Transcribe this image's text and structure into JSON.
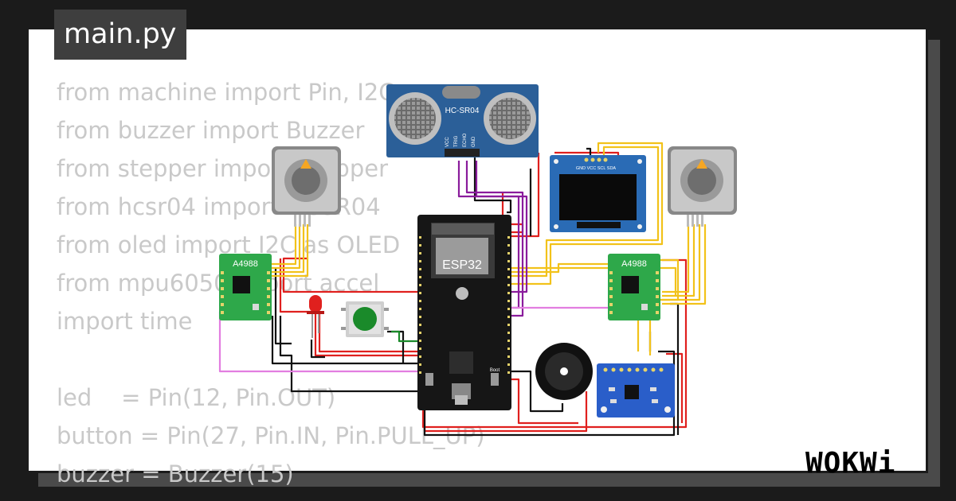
{
  "editor": {
    "file_name": "main.py",
    "code_lines": [
      "from machine import Pin, I2C",
      "from buzzer import Buzzer",
      "from stepper import Stepper",
      "from hcsr04 import HCSR04",
      "from oled import I2C as OLED",
      "from mpu6050 import accel",
      "import time",
      "",
      "led    = Pin(12, Pin.OUT)",
      "button = Pin(27, Pin.IN, Pin.PULL_UP)",
      "buzzer = Buzzer(15)"
    ]
  },
  "circuit": {
    "mcu_label": "ESP32",
    "ultrasonic_label": "HC-SR04",
    "ultrasonic_pins": [
      "VCC",
      "TRIG",
      "ECHO",
      "GND"
    ],
    "oled_pins_label": "GND VCC SCL SDA",
    "driver_label": "A4988",
    "boot_label": "Boot",
    "wire_colors": {
      "power": "#e0201e",
      "ground": "#111111",
      "signal_i2c": "#f2c21a",
      "signal_ultrasonic": "#8a1c9c",
      "signal_button": "#1a8a2a",
      "signal_misc": "#e27ee0"
    }
  },
  "brand": {
    "logo_text": "WOKWi"
  }
}
